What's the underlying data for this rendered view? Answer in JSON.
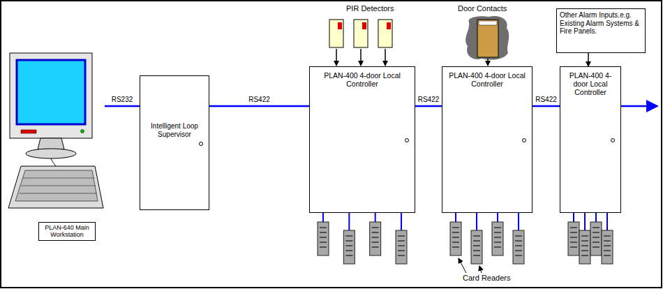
{
  "diagram": {
    "nodes": [
      {
        "text": [
          "PLAN-640 Main Workstation"
        ]
      },
      {
        "text": [
          "Intelligent Loop Supervisor"
        ]
      },
      {
        "text": [
          "PLAN-400 4-door Local Controller"
        ]
      },
      {
        "text": [
          "PLAN-400 4-door Local Controller"
        ]
      },
      {
        "text": [
          "PLAN-400 4-door Local Controller"
        ]
      },
      {
        "text": [
          "Other Alarm Inputs.e.g. Existing Alarm Systems & Fire Panels."
        ]
      }
    ],
    "edges": [
      {
        "from": 0,
        "to": 1,
        "label": "RS232",
        "arrow": "none"
      },
      {
        "from": 1,
        "to": 2,
        "label": "RS422",
        "arrow": "none"
      },
      {
        "from": 2,
        "to": 3,
        "label": "RS422",
        "arrow": "none"
      },
      {
        "from": 3,
        "to": 4,
        "label": "RS422",
        "arrow": "none"
      },
      {
        "from": 5,
        "to": 4,
        "arrow": "to"
      }
    ],
    "labels": [
      "PIR Detectors",
      "Door Contacts",
      "Card Readers"
    ]
  }
}
